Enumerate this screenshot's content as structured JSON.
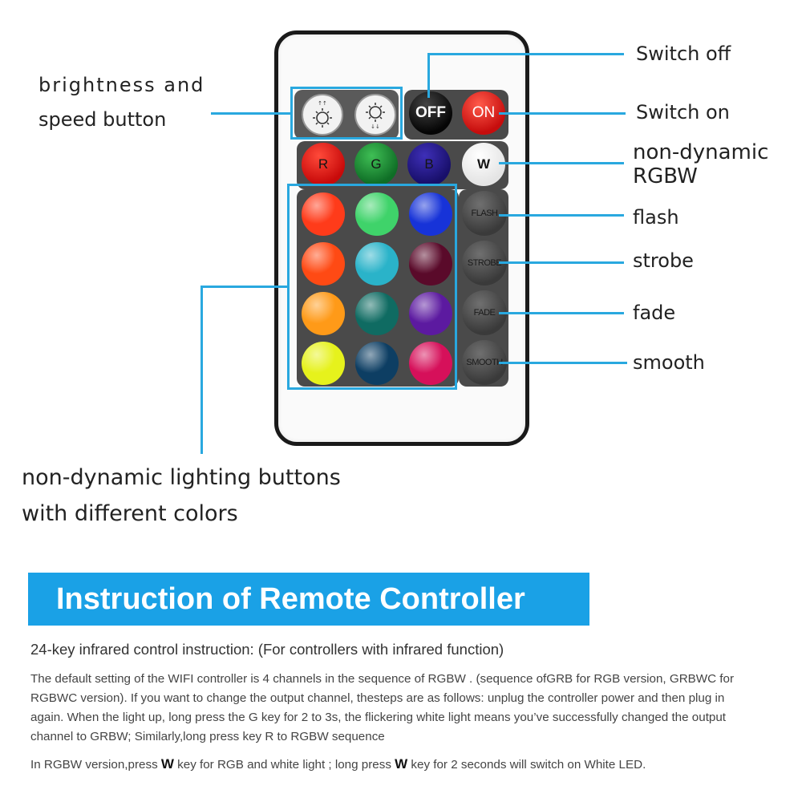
{
  "remote": {
    "off_label": "OFF",
    "on_label": "ON",
    "r_label": "R",
    "g_label": "G",
    "b_label": "B",
    "w_label": "W",
    "flash_label": "FLASH",
    "strobe_label": "STROBE",
    "fade_label": "FADE",
    "smooth_label": "SMOOTH",
    "color_buttons": [
      "#ff3b1a",
      "#3fd36a",
      "#1733d8",
      "#ff4a14",
      "#2ab3c9",
      "#5a0a2a",
      "#ff9a18",
      "#0f6b62",
      "#5c1aa0",
      "#e6f21c",
      "#0d3e63",
      "#d6105a"
    ]
  },
  "labels": {
    "brightness_line1": "brightness  and",
    "brightness_line2": "speed button",
    "switch_off": "Switch off",
    "switch_on": "Switch on",
    "non_dynamic_line1": "non-dynamic",
    "non_dynamic_line2": "RGBW",
    "flash": "flash",
    "strobe": "strobe",
    "fade": "fade",
    "smooth": "smooth",
    "lighting_line1": "non-dynamic  lighting  buttons",
    "lighting_line2": "with different colors"
  },
  "instruction": {
    "title": "Instruction of Remote Controller",
    "subtitle": "24-key infrared control instruction: (For controllers with infrared function)",
    "paragraph": "The default setting of the WIFI controller is 4 channels in the sequence of RGBW . (sequence ofGRB for RGB version, GRBWC for RGBWC version). If you want to change the output channel, thesteps are as follows: unplug the controller power and then plug in again. When the light up, long press the G key for 2 to 3s, the flickering white light means you’ve successfully changed the output channel to GRBW; Similarly,long press key R to RGBW sequence",
    "line2_part1": "In RGBW version,press ",
    "line2_key1": "W",
    "line2_part2": " key for RGB and white light ; long press ",
    "line2_key2": "W",
    "line2_part3": " key for 2 seconds will switch on White LED."
  }
}
